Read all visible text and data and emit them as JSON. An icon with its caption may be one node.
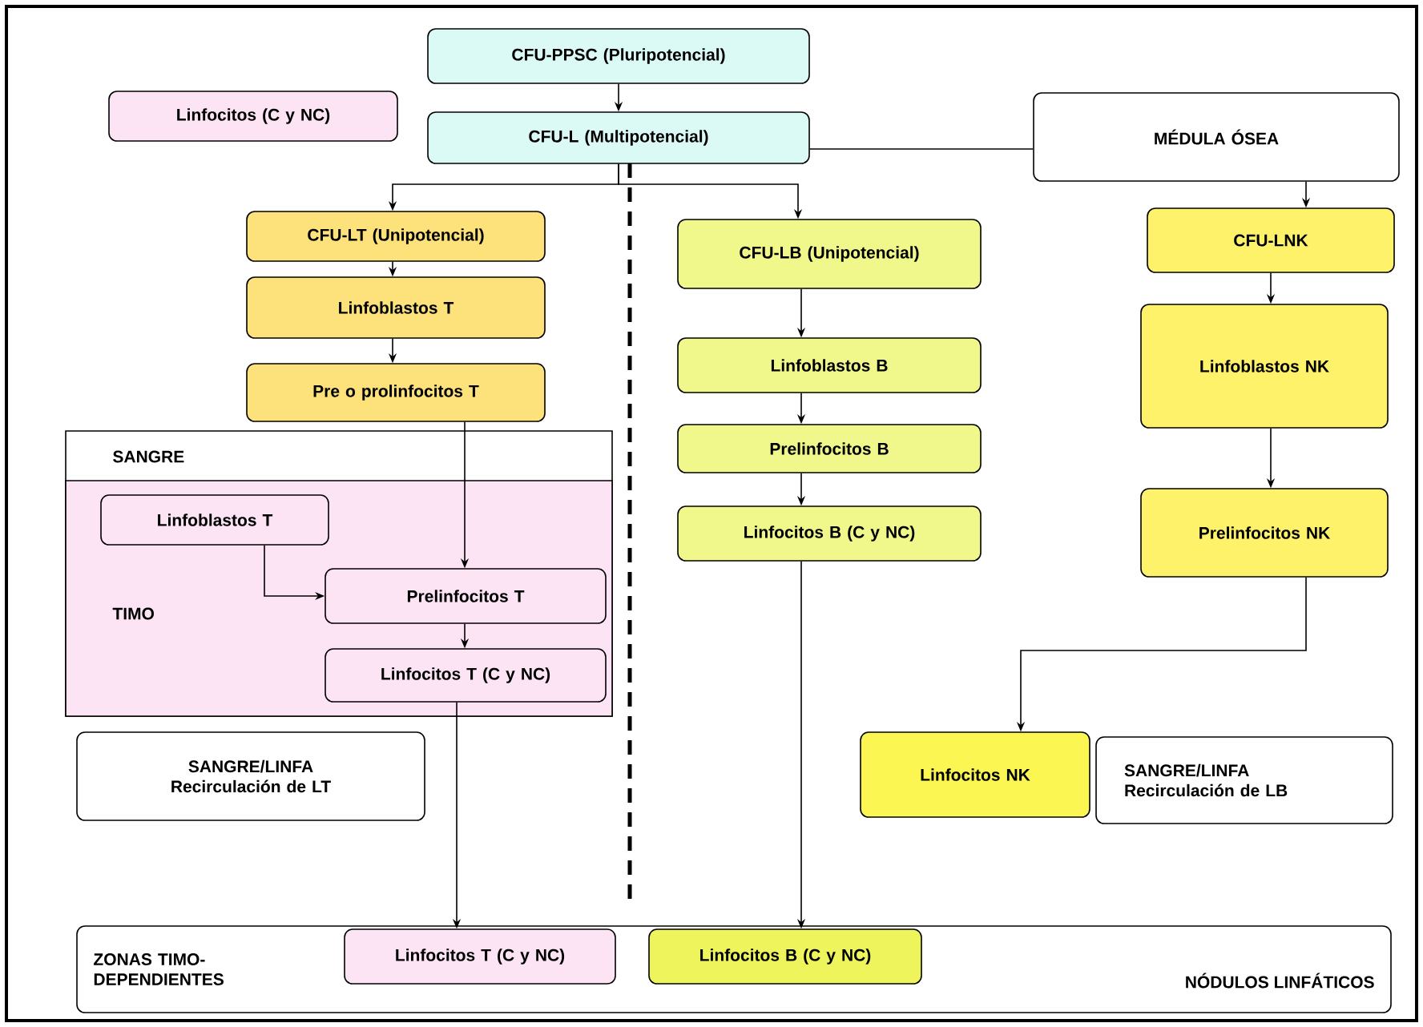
{
  "diagram": {
    "nodes": [
      {
        "text": [
          "CFU-PPSC (Pluripotencial)"
        ]
      },
      {
        "text": [
          "Linfocitos (C y NC)"
        ]
      },
      {
        "text": [
          "CFU-L (Multipotencial)"
        ]
      },
      {
        "text": [
          "MÉDULA ÓSEA"
        ]
      },
      {
        "text": [
          "CFU-LT (Unipotencial)"
        ]
      },
      {
        "text": [
          "Linfoblastos T"
        ]
      },
      {
        "text": [
          "Pre o prolinfocitos T"
        ]
      },
      {
        "text": [
          "SANGRE"
        ]
      },
      {
        "text": [
          "TIMO"
        ],
        "in": 7
      },
      {
        "text": [
          "Linfoblastos T"
        ],
        "in": 8
      },
      {
        "text": [
          "Prelinfocitos T"
        ],
        "in": 8
      },
      {
        "text": [
          "Linfocitos T (C y NC)"
        ],
        "in": 8
      },
      {
        "text": [
          "CFU-LB (Unipotencial)"
        ]
      },
      {
        "text": [
          "Linfoblastos B"
        ]
      },
      {
        "text": [
          "Prelinfocitos B"
        ]
      },
      {
        "text": [
          "Linfocitos B (C y NC)"
        ]
      },
      {
        "text": [
          "CFU-LNK"
        ]
      },
      {
        "text": [
          "Linfoblastos NK"
        ]
      },
      {
        "text": [
          "Prelinfocitos NK"
        ]
      },
      {
        "text": [
          "SANGRE/LINFA Recirculación de LT"
        ]
      },
      {
        "text": [
          "Linfocitos NK"
        ]
      },
      {
        "text": [
          "SANGRE/LINFA Recirculación de LB"
        ]
      },
      {
        "text": [
          "ZONAS TIMO-DEPENDIENTES",
          "NÓDULOS LINFÁTICOS"
        ]
      },
      {
        "text": [
          "Linfocitos T (C y NC)"
        ],
        "in": 22
      },
      {
        "text": [
          "Linfocitos B (C y NC)"
        ],
        "in": 22
      }
    ],
    "edges": [
      {
        "from": 0,
        "to": 2,
        "arrow": "to"
      },
      {
        "from": 2,
        "to": 4,
        "arrow": "to"
      },
      {
        "from": 2,
        "to": 12,
        "arrow": "to"
      },
      {
        "from": 2,
        "to": 3,
        "arrow": "none"
      },
      {
        "from": 3,
        "to": 16,
        "arrow": "to"
      },
      {
        "from": 4,
        "to": 5,
        "arrow": "to"
      },
      {
        "from": 5,
        "to": 6,
        "arrow": "to"
      },
      {
        "from": 6,
        "to": 10,
        "arrow": "to"
      },
      {
        "from": 9,
        "to": 10,
        "arrow": "to"
      },
      {
        "from": 10,
        "to": 11,
        "arrow": "to"
      },
      {
        "from": 11,
        "to": 23,
        "arrow": "to"
      },
      {
        "from": 12,
        "to": 13,
        "arrow": "to"
      },
      {
        "from": 13,
        "to": 14,
        "arrow": "to"
      },
      {
        "from": 14,
        "to": 15,
        "arrow": "to"
      },
      {
        "from": 15,
        "to": 24,
        "arrow": "to"
      },
      {
        "from": 16,
        "to": 17,
        "arrow": "to"
      },
      {
        "from": 17,
        "to": 18,
        "arrow": "to"
      },
      {
        "from": 18,
        "to": 20,
        "arrow": "to"
      }
    ]
  }
}
